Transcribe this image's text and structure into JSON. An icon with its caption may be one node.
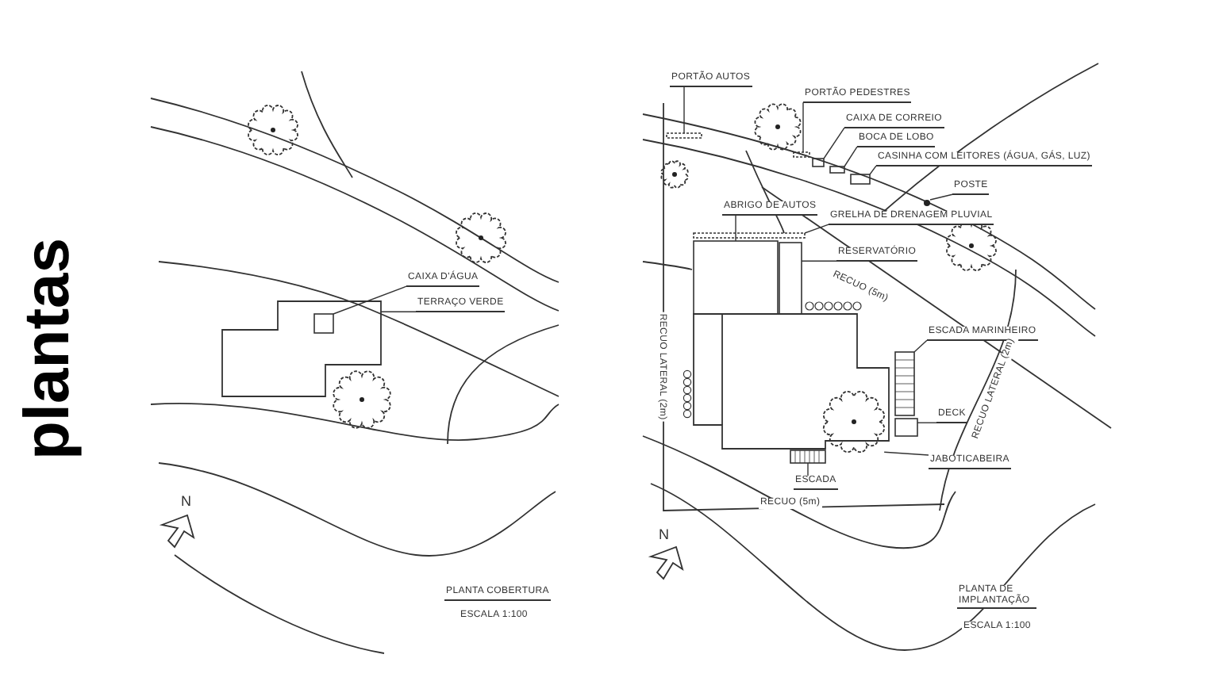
{
  "diagram": {
    "title": "plantas",
    "nodes": [
      {
        "text": [
          "CAIXA D'ÁGUA"
        ]
      },
      {
        "text": [
          "TERRAÇO VERDE"
        ]
      },
      {
        "text": [
          "PORTÃO AUTOS"
        ]
      },
      {
        "text": [
          "PORTÃO PEDESTRES"
        ]
      },
      {
        "text": [
          "CAIXA DE CORREIO"
        ]
      },
      {
        "text": [
          "BOCA DE LOBO"
        ]
      },
      {
        "text": [
          "CASINHA COM LEITORES (ÁGUA, GÁS, LUZ)"
        ]
      },
      {
        "text": [
          "POSTE"
        ]
      },
      {
        "text": [
          "ABRIGO DE AUTOS"
        ]
      },
      {
        "text": [
          "GRELHA DE DRENAGEM PLUVIAL"
        ]
      },
      {
        "text": [
          "RESERVATÓRIO"
        ]
      },
      {
        "text": [
          "ESCADA MARINHEIRO"
        ]
      },
      {
        "text": [
          "DECK"
        ]
      },
      {
        "text": [
          "JABOTICABEIRA"
        ]
      },
      {
        "text": [
          "ESCADA"
        ]
      },
      {
        "text": [],
        "shape": "box"
      },
      {
        "text": [],
        "shape": "box",
        "in": 15
      },
      {
        "text": [],
        "shape": "bar"
      },
      {
        "text": [],
        "shape": "bar"
      },
      {
        "text": [],
        "shape": "box"
      },
      {
        "text": [],
        "shape": "box"
      },
      {
        "text": [],
        "shape": "box"
      },
      {
        "text": [],
        "shape": "circle"
      },
      {
        "text": [],
        "shape": "box"
      },
      {
        "text": [],
        "shape": "bar"
      },
      {
        "text": [],
        "shape": "box"
      },
      {
        "text": [],
        "shape": "bar"
      },
      {
        "text": [],
        "shape": "box"
      },
      {
        "text": [],
        "shape": "tree"
      },
      {
        "text": [],
        "shape": "box"
      }
    ],
    "edges": [
      {
        "from": 0,
        "to": 16,
        "arrow": "none"
      },
      {
        "from": 1,
        "to": 15,
        "arrow": "none"
      },
      {
        "from": 2,
        "to": 17,
        "arrow": "none"
      },
      {
        "from": 3,
        "to": 18,
        "arrow": "none"
      },
      {
        "from": 4,
        "to": 19,
        "arrow": "none"
      },
      {
        "from": 5,
        "to": 20,
        "arrow": "none"
      },
      {
        "from": 6,
        "to": 21,
        "arrow": "none"
      },
      {
        "from": 7,
        "to": 22,
        "arrow": "none"
      },
      {
        "from": 8,
        "to": 23,
        "arrow": "none"
      },
      {
        "from": 9,
        "to": 24,
        "arrow": "none"
      },
      {
        "from": 10,
        "to": 25,
        "arrow": "none"
      },
      {
        "from": 11,
        "to": 26,
        "arrow": "none"
      },
      {
        "from": 12,
        "to": 27,
        "arrow": "none"
      },
      {
        "from": 13,
        "to": 28,
        "arrow": "none"
      },
      {
        "from": 14,
        "to": 29,
        "arrow": "none"
      }
    ],
    "labels": [
      "PLANTA COBERTURA",
      "ESCALA 1:100",
      "N",
      "RECUO (5m)",
      "RECUO LATERAL (2m)",
      "RECUO LATERAL (2m)",
      "RECUO (5m)",
      "N",
      "PLANTA DE IMPLANTAÇÃO",
      "ESCALA 1:100"
    ]
  }
}
